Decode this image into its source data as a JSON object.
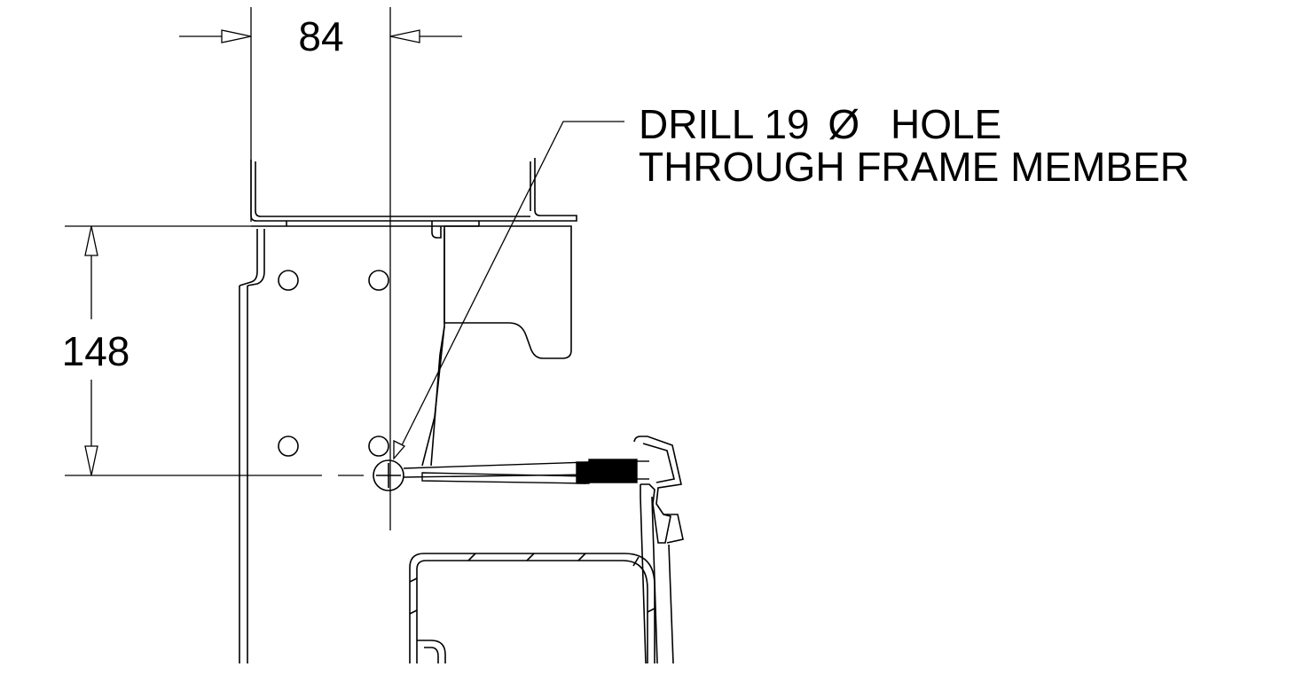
{
  "dimensions": {
    "horizontal": "84",
    "vertical": "148"
  },
  "note": {
    "line1_part1": "DRILL 19",
    "line1_symbol": "Ø",
    "line1_part2": "HOLE",
    "line2": "THROUGH FRAME MEMBER"
  },
  "colors": {
    "ink": "#000000",
    "background": "#ffffff"
  }
}
